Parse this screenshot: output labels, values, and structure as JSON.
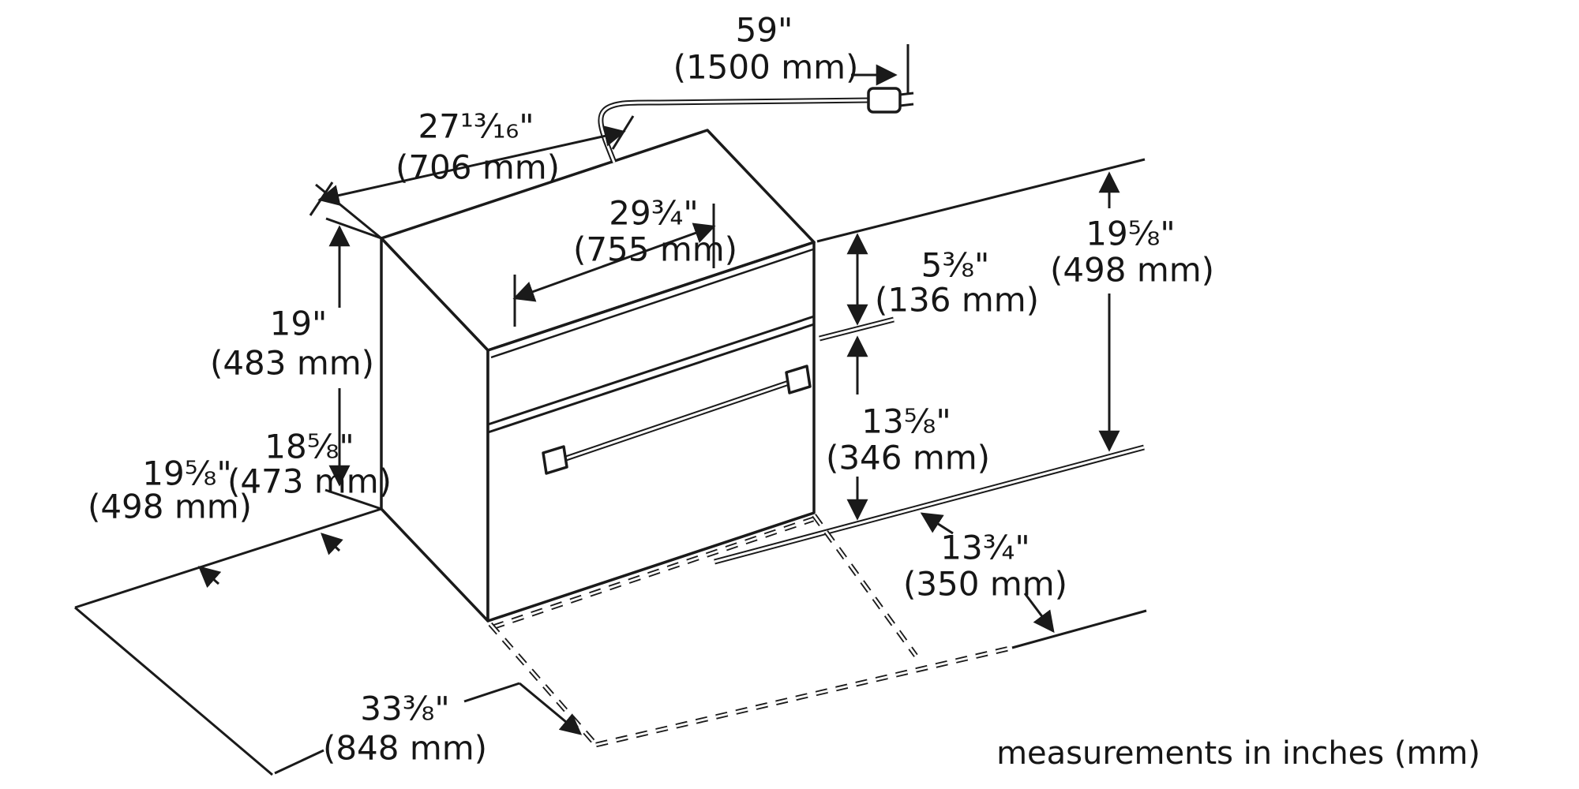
{
  "figure": {
    "footnote": "measurements in inches (mm)",
    "colors": {
      "line": "#1a1a1a",
      "background": "#ffffff"
    }
  },
  "dims": {
    "cord_length": {
      "in": "59\"",
      "mm": "(1500 mm)"
    },
    "depth": {
      "in": "27¹³⁄₁₆\"",
      "mm": "(706 mm)"
    },
    "width": {
      "in": "29³⁄₄\"",
      "mm": "(755 mm)"
    },
    "height": {
      "in": "19\"",
      "mm": "(483 mm)"
    },
    "control_panel_height": {
      "in": "5³⁄₈\"",
      "mm": "(136 mm)"
    },
    "front_height_total": {
      "in": "19⁵⁄₈\"",
      "mm": "(498 mm)"
    },
    "door_height": {
      "in": "13⁵⁄₈\"",
      "mm": "(346 mm)"
    },
    "base_depth_left": {
      "in": "18⁵⁄₈\"",
      "mm": "(473 mm)"
    },
    "base_front_left": {
      "in": "19⁵⁄₈\"",
      "mm": "(498 mm)"
    },
    "total_depth_door_open": {
      "in": "33³⁄₈\"",
      "mm": "(848 mm)"
    },
    "door_open_clearance": {
      "in": "13³⁄₄\"",
      "mm": "(350 mm)"
    }
  }
}
